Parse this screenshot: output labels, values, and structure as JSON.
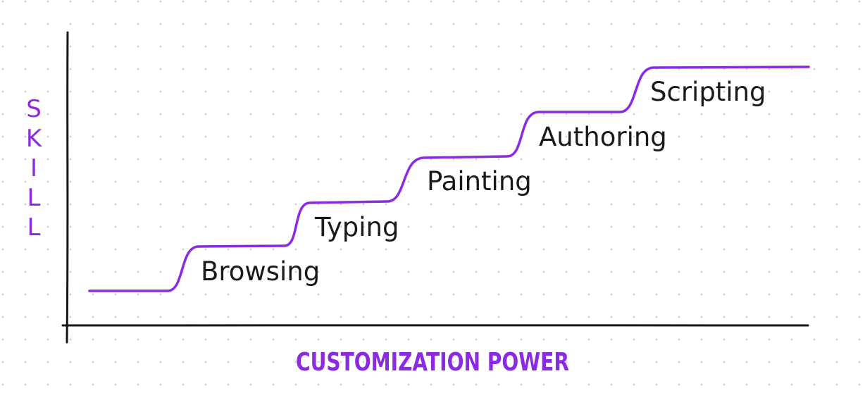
{
  "colors": {
    "accent": "#8a2be2",
    "ink": "#1a1a1a",
    "grid_dots": "#d4d4d4",
    "background": "#ffffff"
  },
  "axes": {
    "y_label": "SKILL",
    "y_letters": [
      "S",
      "K",
      "I",
      "L",
      "L"
    ],
    "x_label": "CUSTOMIZATION POWER"
  },
  "stages": [
    {
      "label": "Browsing"
    },
    {
      "label": "Typing"
    },
    {
      "label": "Painting"
    },
    {
      "label": "Authoring"
    },
    {
      "label": "Scripting"
    }
  ]
}
